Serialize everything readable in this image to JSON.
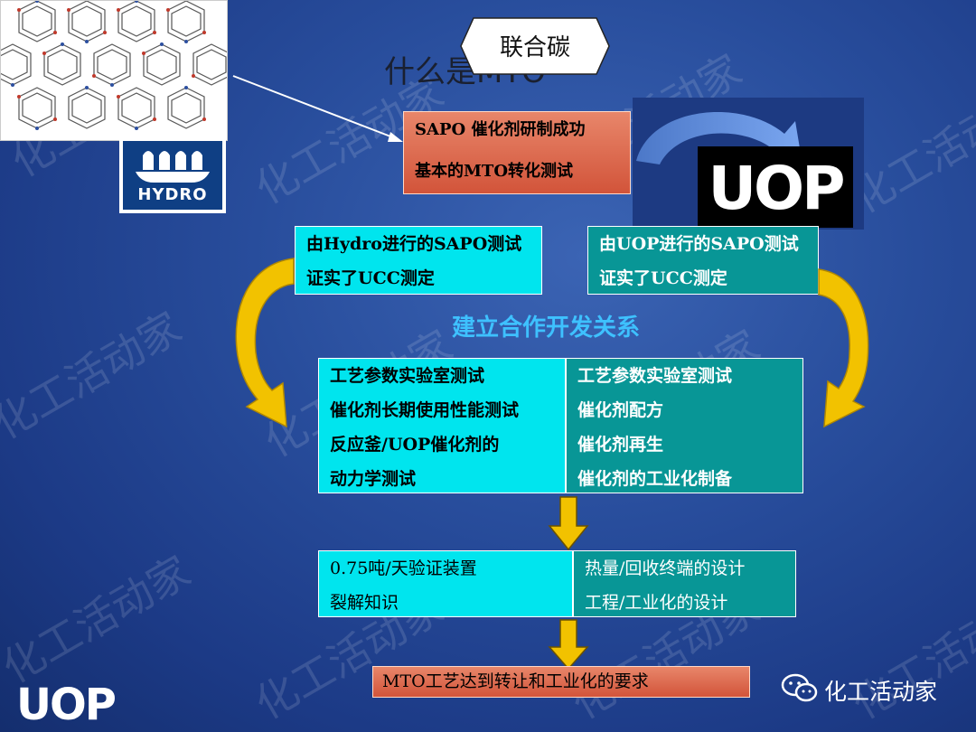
{
  "title_banner": "联合碳",
  "ghost_title": "什么是MTO",
  "hydro_logo_text": "HYDRO",
  "sapo_box": {
    "line1": "SAPO 催化剂研制成功",
    "line2": "基本的MTO转化测试"
  },
  "uop_logo_text": "UOP",
  "hydro_test": {
    "line1": "由Hydro进行的SAPO测试",
    "line2": "证实了UCC测定"
  },
  "uop_test": {
    "line1": "由UOP进行的SAPO测试",
    "line2": "证实了UCC测定"
  },
  "cooperation_label": "建立合作开发关系",
  "middle_left": [
    "工艺参数实验室测试",
    "催化剂长期使用性能测试",
    "反应釜/UOP催化剂的",
    "动力学测试"
  ],
  "middle_right": [
    "工艺参数实验室测试",
    "催化剂配方",
    "催化剂再生",
    "催化剂的工业化制备"
  ],
  "bottom_left": [
    "0.75吨/天验证装置",
    "裂解知识"
  ],
  "bottom_right": [
    "热量/回收终端的设计",
    "工程/工业化的设计"
  ],
  "final_box": "MTO工艺达到转让和工业化的要求",
  "corner_logo_text": "UOP",
  "wechat_name": "化工活动家",
  "watermark_text": "化工活动家",
  "colors": {
    "orange": "#d2543a",
    "cyan": "#00e5ee",
    "teal": "#089696",
    "yellow_arrow": "#f2c200",
    "title_blue": "#3ec1ff"
  },
  "icons": [
    "zeolite-structure-image",
    "hydro-ship-logo",
    "curved-blue-arrow",
    "yellow-curved-arrow",
    "yellow-down-arrow",
    "wechat-icon"
  ]
}
